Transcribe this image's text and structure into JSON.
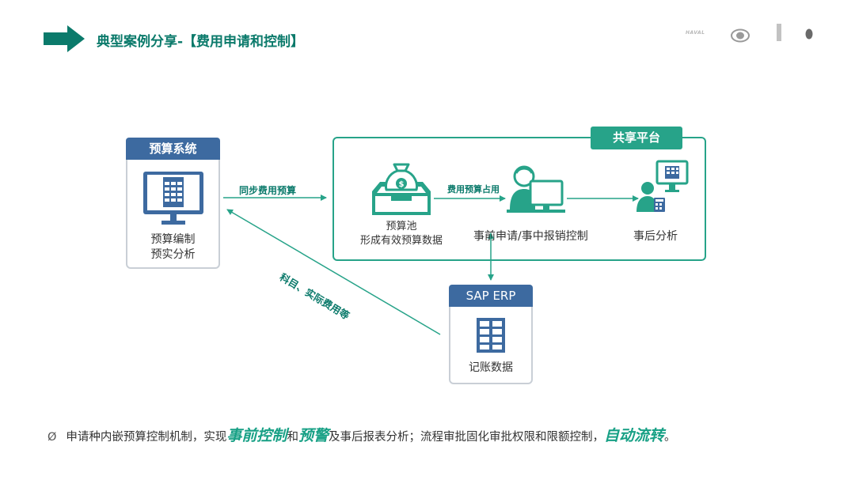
{
  "header": {
    "title": "典型案例分享-【费用申请和控制】",
    "logo_1": "HAVAL"
  },
  "budget_system": {
    "title": "预算系统",
    "caption_line1": "预算编制",
    "caption_line2": "预实分析"
  },
  "platform": {
    "title": "共享平台",
    "pool_line1": "预算池",
    "pool_line2": "形成有效预算数据",
    "occupy_label": "费用预算占用",
    "process_label": "事前申请/事中报销控制",
    "analysis_label": "事后分析"
  },
  "sap": {
    "title": "SAP ERP",
    "caption": "记账数据"
  },
  "flows": {
    "sync_label": "同步费用预算",
    "return_label": "科目、实际费用等"
  },
  "bullet": {
    "mark": "Ø",
    "part1": "申请种内嵌预算控制机制，实现",
    "hl1": "事前控制",
    "part2": "和",
    "hl2": "预警",
    "part3": "及事后报表分析；流程审批固化审批权限和限额控制，",
    "hl3": "自动流转",
    "part4": "。"
  },
  "colors": {
    "accent_green": "#27a389",
    "title_green": "#0b7a6b",
    "header_blue": "#3d6aa0"
  }
}
